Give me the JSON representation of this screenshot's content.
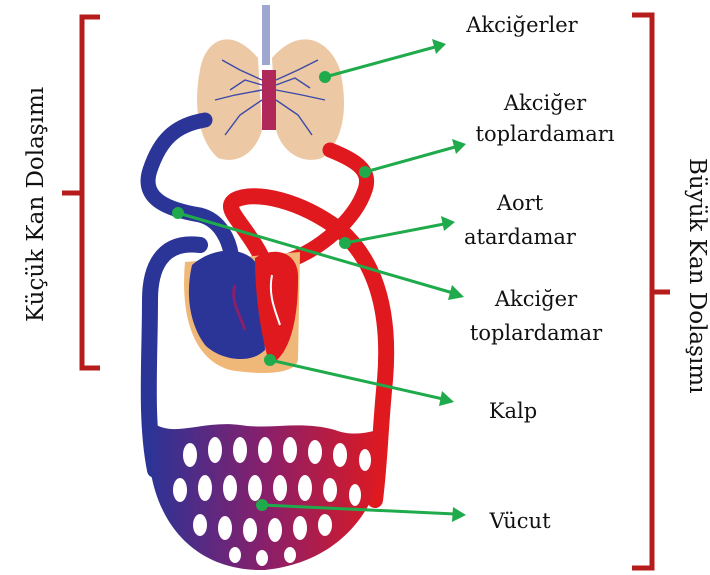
{
  "labels": {
    "lungs": "Akciğerler",
    "pulmonary_vein_1": "Akciğer",
    "pulmonary_vein_2": "toplardamarı",
    "aorta_1": "Aort",
    "aorta_2": "atardamar",
    "pulmonary_vein_b1": "Akciğer",
    "pulmonary_vein_b2": "toplardamar",
    "heart": "Kalp",
    "body": "Vücut"
  },
  "brackets": {
    "small_circulation": "Küçük Kan Dolaşımı",
    "large_circulation": "Büyük Kan Dolaşımı"
  },
  "colors": {
    "bracket": "#b71c1c",
    "pointer": "#1faa4b",
    "artery": "#e0191f",
    "vein": "#2b3497",
    "lung": "#ecc9a4",
    "heart_bg": "#f0b878"
  }
}
